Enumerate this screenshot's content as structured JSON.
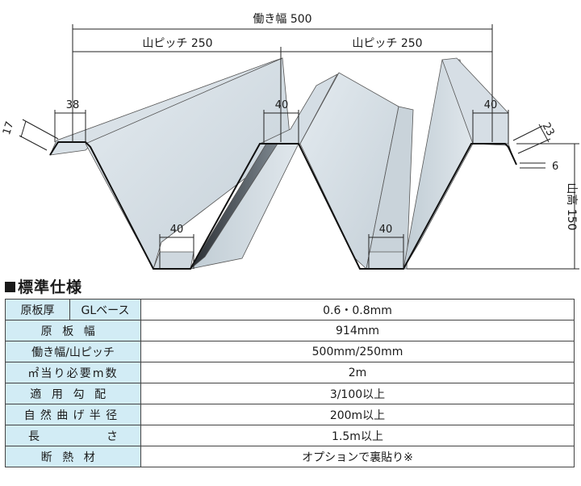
{
  "diagram": {
    "overall_width_label": "働き幅 500",
    "pitch_left_label": "山ピッチ 250",
    "pitch_right_label": "山ピッチ 250",
    "dim_38": "38",
    "dim_17": "17",
    "dim_40_top_mid": "40",
    "dim_40_top_right": "40",
    "dim_40_bottom_left": "40",
    "dim_40_bottom_right": "40",
    "dim_23": "23",
    "dim_6": "6",
    "height_label": "山高 150"
  },
  "spec": {
    "title": "標準仕様",
    "rows": [
      {
        "label_a": "原板厚",
        "label_b": "GLベース",
        "value": "0.6・0.8mm"
      },
      {
        "label": "原板幅",
        "value": "914mm"
      },
      {
        "label": "働き幅/山ピッチ",
        "value": "500mm/250mm"
      },
      {
        "label": "㎡当り必要m数",
        "value": "2m"
      },
      {
        "label": "適用勾配",
        "value": "3/100以上"
      },
      {
        "label": "自然曲げ半径",
        "value": "200m以上"
      },
      {
        "label": "長さ",
        "value": "1.5m以上"
      },
      {
        "label": "断熱材",
        "value": "オプションで裏貼り※"
      }
    ]
  }
}
